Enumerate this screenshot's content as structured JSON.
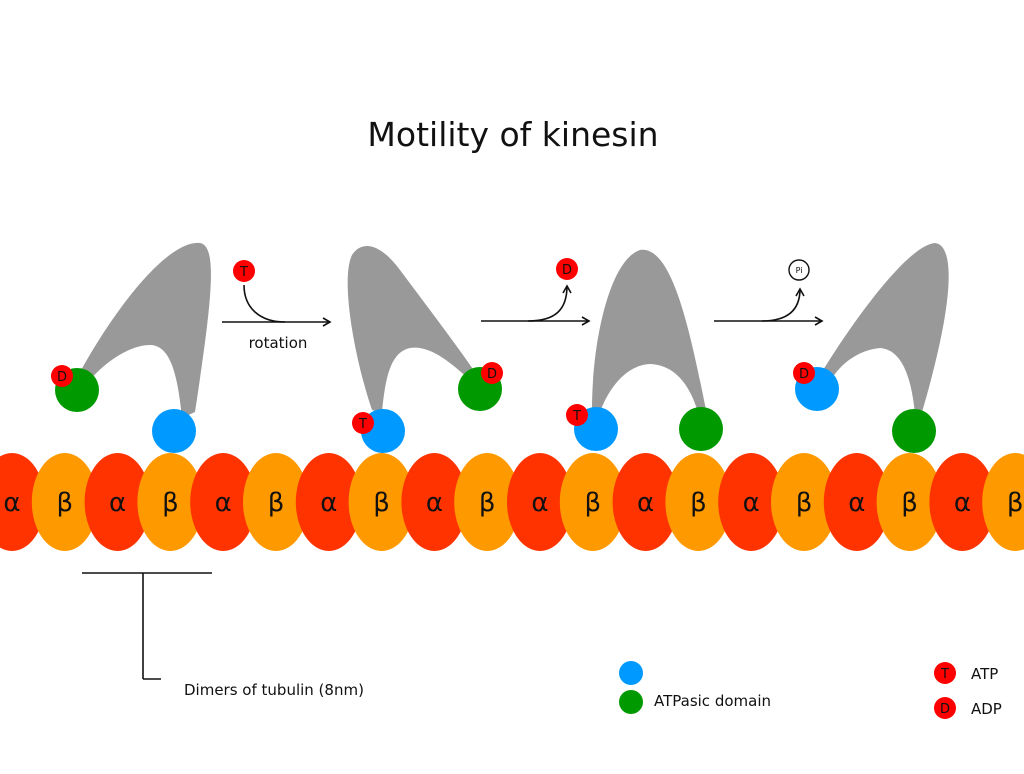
{
  "title": "Motility of kinesin",
  "colors": {
    "alpha": "#ff3300",
    "beta": "#ff9900",
    "head_blue": "#0099ff",
    "head_green": "#009900",
    "nucleotide": "#ff0000",
    "stalk": "#999999",
    "line": "#111111"
  },
  "microtubule": {
    "subunits": [
      "α",
      "β",
      "α",
      "β",
      "α",
      "β",
      "α",
      "β",
      "α",
      "β",
      "α",
      "β",
      "α",
      "β",
      "α",
      "β",
      "α",
      "β",
      "α",
      "β"
    ]
  },
  "steps": [
    {
      "label": "rotation",
      "released": "T",
      "direction": "in"
    },
    {
      "label": "",
      "released": "D",
      "direction": "out"
    },
    {
      "label": "",
      "released": "Pi",
      "direction": "out"
    }
  ],
  "states": [
    {
      "front_head": "blue",
      "front_badge": "",
      "back_head": "green",
      "back_badge": "D"
    },
    {
      "front_head": "blue",
      "front_badge": "T",
      "back_head": "green",
      "back_badge": "D"
    },
    {
      "front_head": "blue",
      "front_badge": "T",
      "back_head": "green",
      "back_badge": ""
    },
    {
      "front_head": "green",
      "front_badge": "",
      "back_head": "blue",
      "back_badge": "D"
    }
  ],
  "badges": {
    "atp": "T",
    "adp": "D",
    "pi": "Pi"
  },
  "annotation": {
    "dimer_label": "Dimers of tubulin (8nm)"
  },
  "legend": {
    "domain_label": "ATPasic domain",
    "atp_label": "ATP",
    "adp_label": "ADP",
    "atp_badge": "T",
    "adp_badge": "D"
  }
}
